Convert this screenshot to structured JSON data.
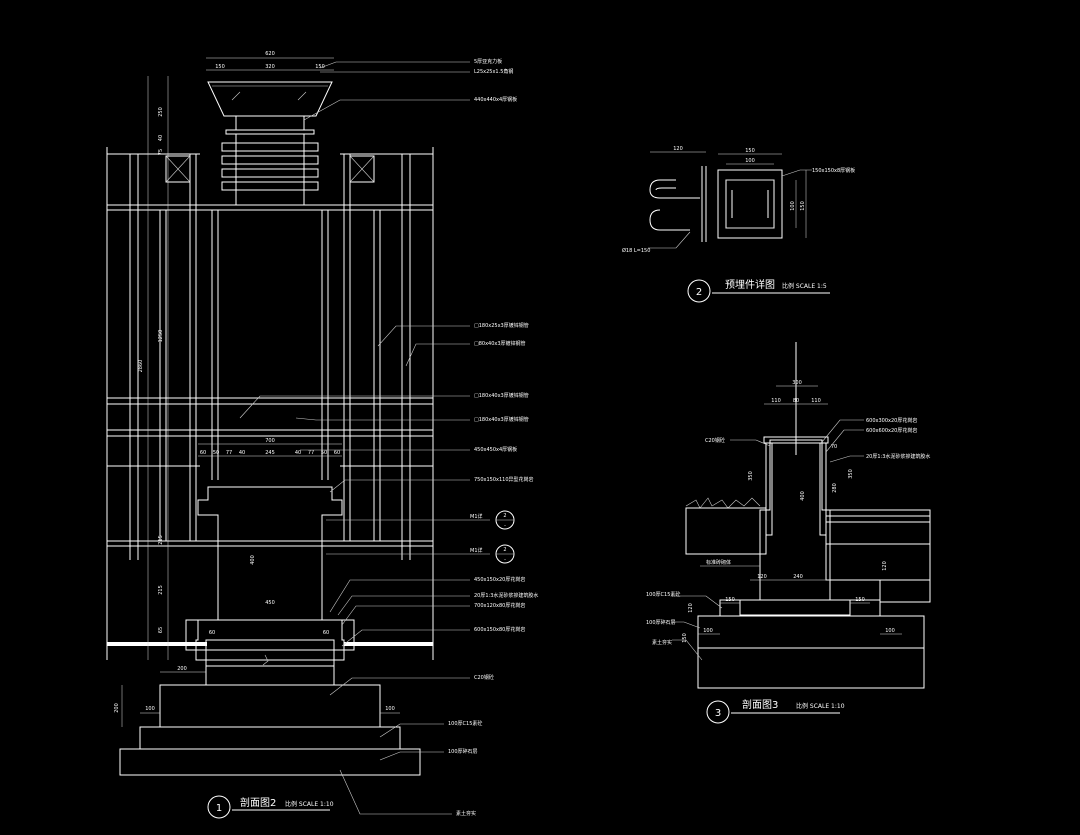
{
  "detail1": {
    "number": "1",
    "title": "剖面图2",
    "scale": "比例 SCALE 1:10",
    "top_dims": {
      "total": "620",
      "parts": [
        "150",
        "320",
        "150"
      ]
    },
    "mid_dims": {
      "total": "700",
      "parts": [
        "60",
        "50",
        "77",
        "40",
        "245",
        "40",
        "77",
        "50",
        "60"
      ]
    },
    "left_dims": [
      "250",
      "40",
      "75",
      "1250",
      "2860",
      "215",
      "215",
      "65"
    ],
    "foot_dims": [
      "200",
      "100",
      "100",
      "200"
    ],
    "inner_dims": [
      "450",
      "60",
      "60",
      "400"
    ],
    "refs": [
      {
        "label": "M1详",
        "sym_top": "2",
        "sym_bottom": "-"
      },
      {
        "label": "M1详",
        "sym_top": "2",
        "sym_bottom": "-"
      }
    ],
    "notes_right": [
      "5厚亚克力板",
      "L25x25x1.5角钢",
      "440x440x4厚钢板",
      "□180x25x3厚镀锌钢管",
      "□80x40x3厚镀锌钢管",
      "□180x40x3厚镀锌钢管",
      "□180x40x3厚镀锌钢管",
      "450x450x4厚钢板",
      "750x150x110异型花岗岩",
      "450x150x20厚花岗岩",
      "20厚1:3水泥砂浆掺建筑胶水",
      "700x120x80厚花岗岩",
      "600x150x80厚花岗岩",
      "C20钢砼",
      "100厚C15素砼",
      "100厚碎石层",
      "素土夯实"
    ]
  },
  "detail2": {
    "number": "2",
    "title": "预埋件详图",
    "scale": "比例 SCALE 1:5",
    "dims": [
      "120",
      "150",
      "100",
      "100",
      "150"
    ],
    "notes": [
      "150x150x8厚钢板",
      "Ø18 L=150"
    ]
  },
  "detail3": {
    "number": "3",
    "title": "剖面图3",
    "scale": "比例 SCALE 1:10",
    "top_dims": {
      "total": "300",
      "parts": [
        "110",
        "80",
        "110"
      ]
    },
    "dims": [
      "350",
      "280",
      "350",
      "120",
      "240",
      "150",
      "150",
      "100",
      "100",
      "120",
      "150",
      "400",
      "70"
    ],
    "notes": [
      "600x300x20厚花岗岩",
      "600x600x20厚花岗岩",
      "20厚1:3水泥砂浆掺建筑胶水",
      "C20钢砼",
      "标准砖砌体",
      "100厚C15素砼",
      "100厚碎石层",
      "素土夯实"
    ]
  }
}
